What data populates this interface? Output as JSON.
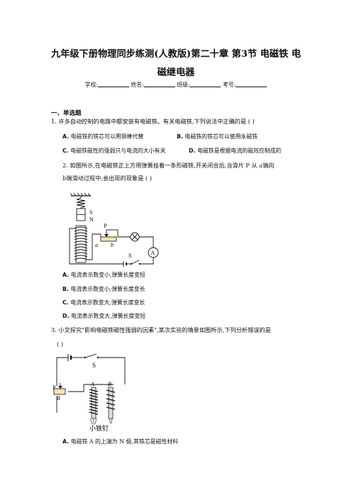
{
  "doc": {
    "title_line1": "九年级下册物理同步练测(人教版)第二十章 第3节 电磁铁 电",
    "title_line2": "磁继电器",
    "meta": {
      "school_label": "学校:",
      "name_label": "姓名:",
      "class_label": "班级:",
      "exam_no_label": "考号:"
    }
  },
  "section": {
    "title": "一、单选题"
  },
  "q1": {
    "number": "1.",
    "stem": "许多自动控制的电路中都安装有电磁铁。有关电磁铁,下列说法中正确的是",
    "paren": "( )",
    "options": [
      {
        "letter": "A.",
        "text": "电磁铁的铁芯可以用铜棒代替"
      },
      {
        "letter": "B.",
        "text": "电磁铁的铁芯可以使用永磁铁"
      },
      {
        "letter": "C.",
        "text": "电磁铁磁性的强弱只与电流的大小有关"
      },
      {
        "letter": "D.",
        "text": "电磁铁是根据电流的磁效应制成的"
      }
    ]
  },
  "q2": {
    "number": "2.",
    "stem_line1": "如图所示,在电磁铁正上方用弹簧挂着一条形磁铁,开关闭合后,当滑片 P 从",
    "stem_a": "a",
    "stem_line1_end": "端向",
    "stem_b": "b",
    "stem_line2": "端滑动过程中,会出现的现象是",
    "paren": "( )",
    "figure_labels": {
      "s_pole": "S",
      "n_pole": "N",
      "slider": "P",
      "end_a": "a",
      "end_b": "b",
      "switch": "S",
      "ammeter": "A"
    },
    "options": [
      {
        "letter": "A.",
        "text": "电流表示数变小,弹簧长度变短"
      },
      {
        "letter": "B.",
        "text": "电流表示数变小,弹簧长度变长"
      },
      {
        "letter": "C.",
        "text": "电流表示数变大,弹簧长度变长"
      },
      {
        "letter": "D.",
        "text": "电流表示数变大,弹簧长度变短"
      }
    ]
  },
  "q3": {
    "number": "3.",
    "stem_line1": "小文探究\"影响电磁铁磁性强弱的因素\",某次实验的情景如图所示,下列分析错误的是",
    "paren": "( )",
    "figure_labels": {
      "switch": "S",
      "slider": "P",
      "rheostat": "R",
      "magnet_a": "A",
      "magnet_b": "B",
      "nails": "小铁钉"
    },
    "options": [
      {
        "letter": "A.",
        "text": "电磁铁 A 的上端为 N 极,其铁芯是磁性材料"
      }
    ]
  }
}
